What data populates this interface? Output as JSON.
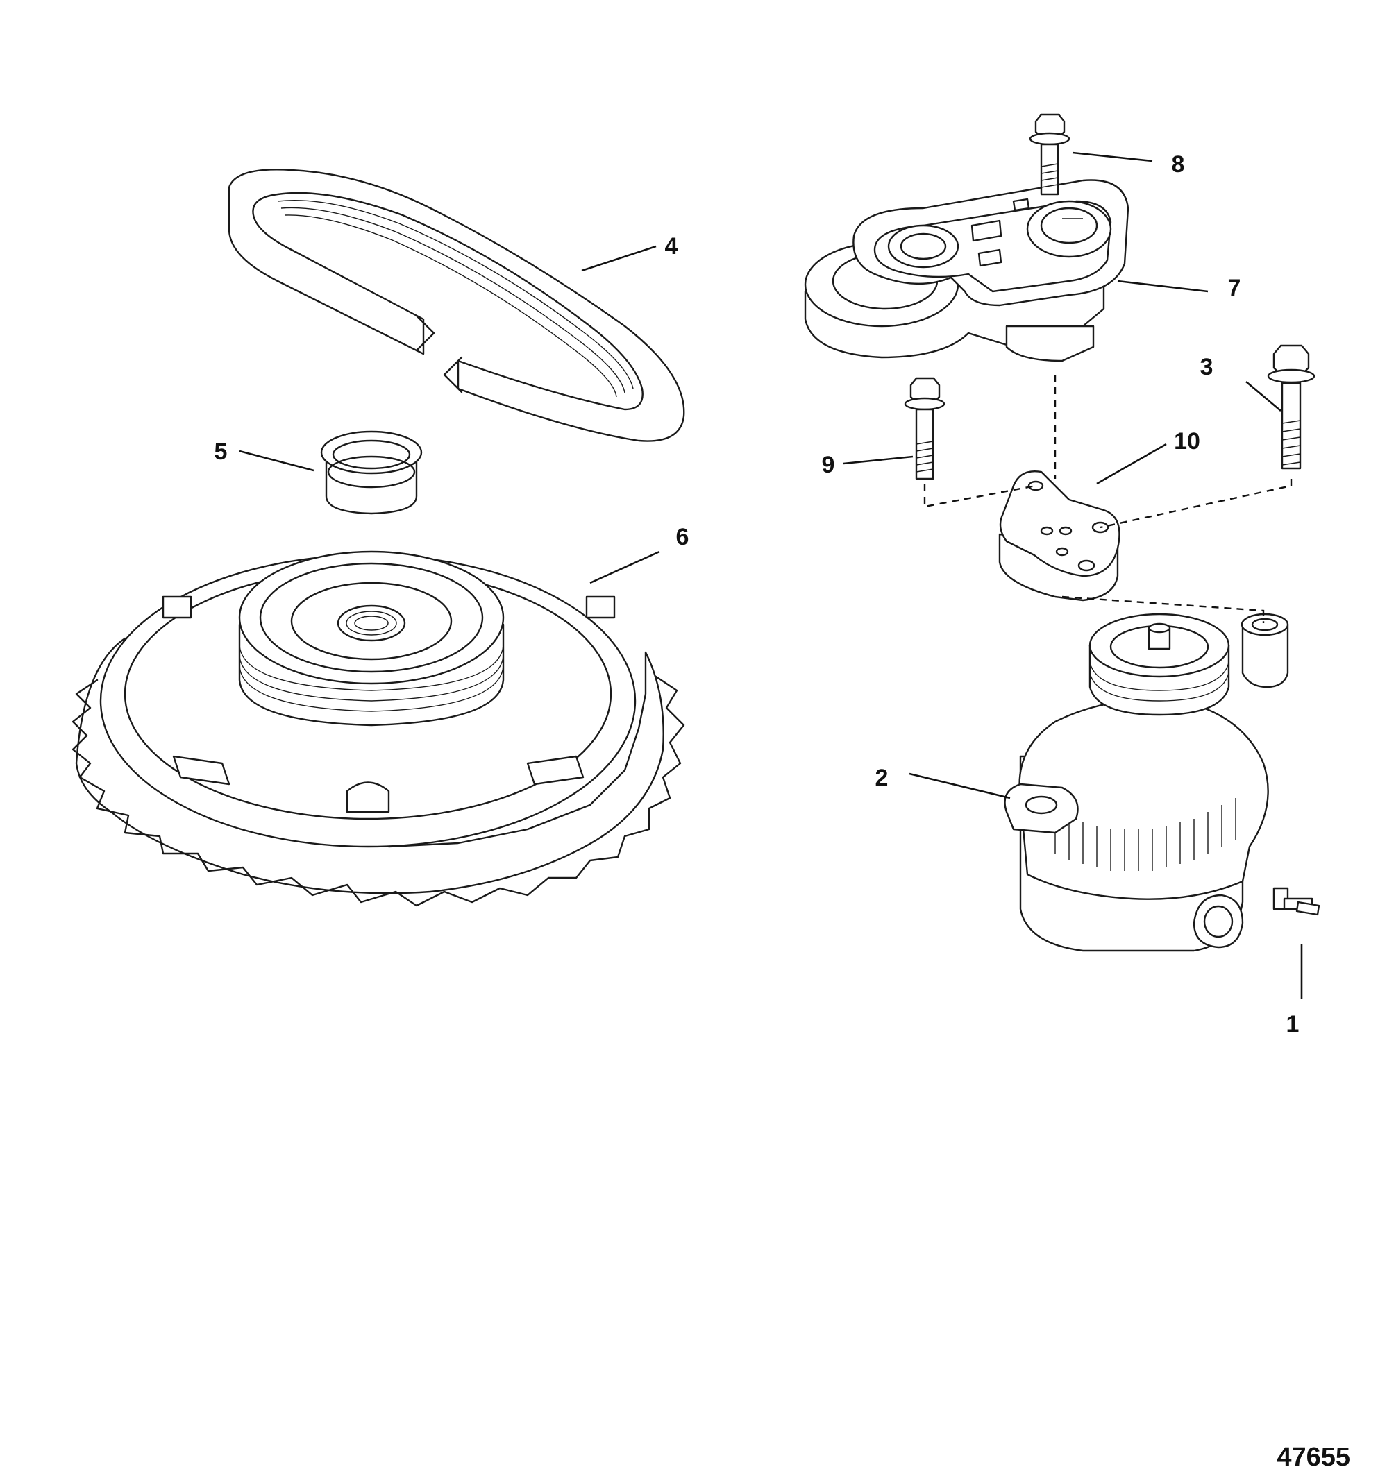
{
  "callouts": [
    {
      "id": "1",
      "text": "1"
    },
    {
      "id": "2",
      "text": "2"
    },
    {
      "id": "3",
      "text": "3"
    },
    {
      "id": "4",
      "text": "4"
    },
    {
      "id": "5",
      "text": "5"
    },
    {
      "id": "6",
      "text": "6"
    },
    {
      "id": "7",
      "text": "7"
    },
    {
      "id": "8",
      "text": "8"
    },
    {
      "id": "9",
      "text": "9"
    },
    {
      "id": "10",
      "text": "10"
    }
  ],
  "figure_number": "47655"
}
